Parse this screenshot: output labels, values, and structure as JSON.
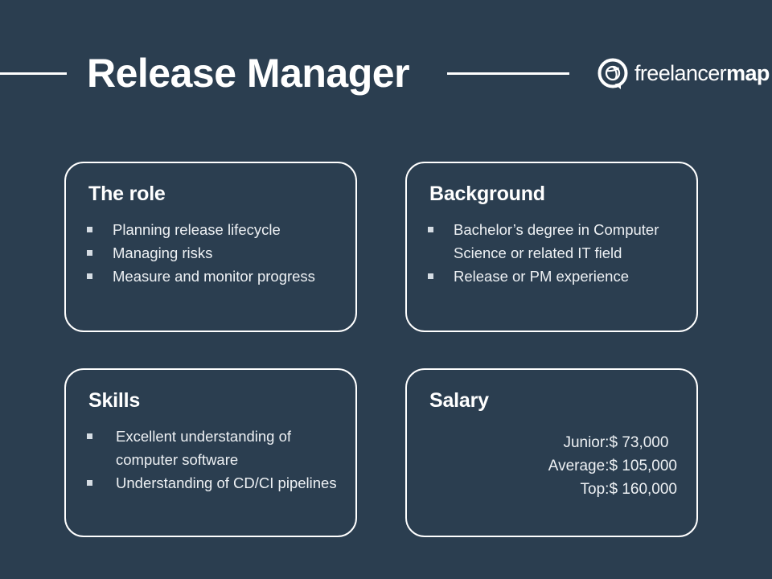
{
  "header": {
    "title": "Release Manager",
    "logo": {
      "icon": "freelancermap-globe-icon",
      "text_light": "freelancer",
      "text_bold": "map"
    }
  },
  "colors": {
    "background": "#2b3e50",
    "card_border": "#ffffff",
    "title": "#ffffff",
    "body_text": "#eef1f4",
    "bullet": "#d5dce3"
  },
  "cards": {
    "role": {
      "title": "The role",
      "bullets": [
        "Planning release lifecycle",
        "Managing risks",
        "Measure and monitor progress"
      ]
    },
    "background": {
      "title": "Background",
      "bullets": [
        "Bachelor’s degree in Computer Science or related IT field",
        "Release  or PM experience"
      ]
    },
    "skills": {
      "title": "Skills",
      "bullets": [
        "Excellent understanding of computer software",
        "Understanding of CD/CI pipelines"
      ]
    },
    "salary": {
      "title": "Salary",
      "rows": [
        {
          "label": "Junior:",
          "value": "$ 73,000"
        },
        {
          "label": "Average:",
          "value": "$ 105,000"
        },
        {
          "label": "Top:",
          "value": "$ 160,000"
        }
      ]
    }
  }
}
